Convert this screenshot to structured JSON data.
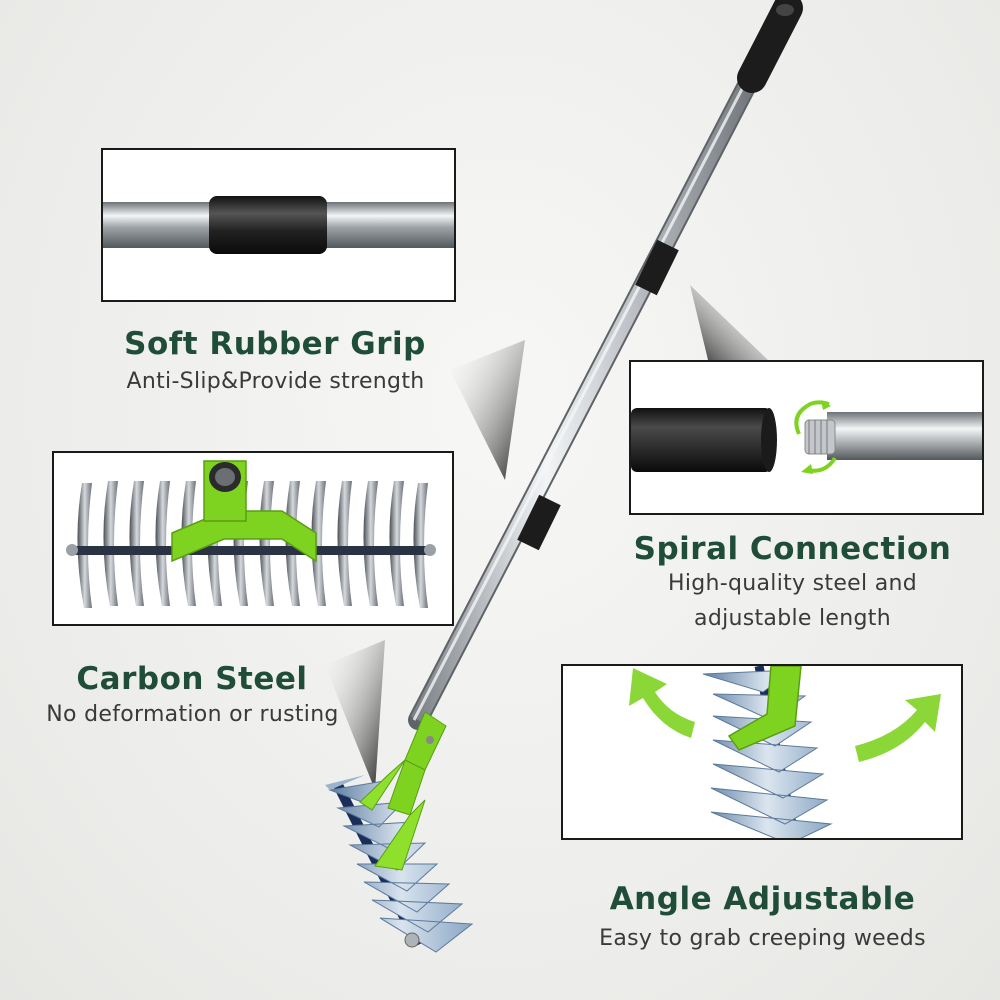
{
  "features": {
    "grip": {
      "title": "Soft Rubber Grip",
      "subtitle": "Anti-Slip&Provide strength"
    },
    "spiral": {
      "title": "Spiral Connection",
      "subtitle_line1": "High-quality steel and",
      "subtitle_line2": "adjustable length"
    },
    "carbon": {
      "title": "Carbon Steel",
      "subtitle": "No deformation or rusting"
    },
    "angle": {
      "title": "Angle Adjustable",
      "subtitle": "Easy to grab creeping weeds"
    }
  },
  "colors": {
    "accent_green": "#7ed321",
    "title_green": "#1f4d3a",
    "rubber_black": "#1c1c1c",
    "steel": "#b8bcc0",
    "blade_blue": "#6f8fb0"
  },
  "icons": {
    "rotate": "green-rotation-arrows-icon",
    "angle_left": "green-arrow-left-icon",
    "angle_right": "green-arrow-right-icon"
  }
}
